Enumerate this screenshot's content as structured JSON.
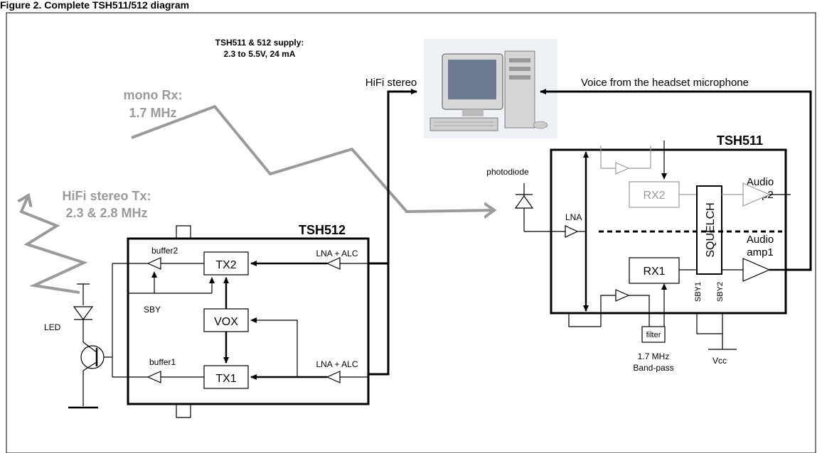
{
  "header": {
    "caption": "Figure 2. Complete TSH511/512 diagram"
  },
  "supply_note": {
    "line1": "TSH511 & 512 supply:",
    "line2": "2.3 to 5.5V, 24 mA"
  },
  "signals": {
    "mono_line1": "mono Rx:",
    "mono_line2": "1.7 MHz",
    "hifi_tx_line1": "HiFi stereo Tx:",
    "hifi_tx_line2": "2.3 & 2.8 MHz",
    "hifi_stereo": "HiFi stereo",
    "voice": "Voice from the headset microphone"
  },
  "tsh512": {
    "title": "TSH512",
    "tx2": "TX2",
    "tx1": "TX1",
    "vox": "VOX",
    "buffer2": "buffer2",
    "buffer1": "buffer1",
    "sby": "SBY",
    "lna_alc_top": "LNA + ALC",
    "lna_alc_bottom": "LNA + ALC",
    "led": "LED"
  },
  "tsh511": {
    "title": "TSH511",
    "rx2": "RX2",
    "rx1": "RX1",
    "squelch": "SQUELCH",
    "lna": "LNA",
    "audio_amp2_line1": "Audio",
    "audio_amp2_line2": "amp2",
    "audio_amp1_line1": "Audio",
    "audio_amp1_line2": "amp1",
    "sby1": "SBY1",
    "sby2": "SBY2",
    "photodiode": "photodiode",
    "filter": "filter",
    "filter_line1": "1.7 MHz",
    "filter_line2": "Band-pass",
    "vcc": "Vcc"
  },
  "icons": [
    "computer-icon",
    "led-icon",
    "photodiode-icon",
    "transistor-icon",
    "ground-icon"
  ],
  "colors": {
    "signal_gray": "#9a9a9a",
    "wire": "#000000",
    "caption_bg": "#ffffff"
  }
}
